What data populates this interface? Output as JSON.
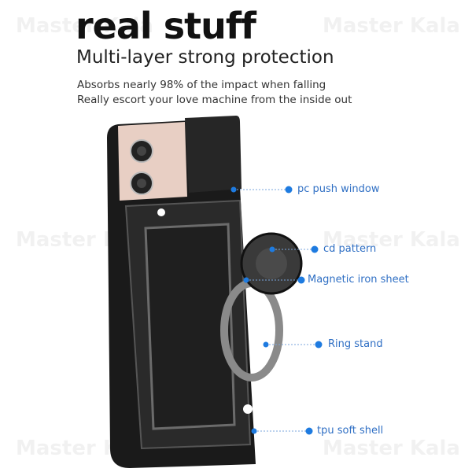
{
  "header": {
    "title": "real stuff",
    "subtitle": "Multi-layer strong protection",
    "lines": [
      "Absorbs nearly 98% of the impact when falling",
      "Really escort your love machine from the inside out"
    ]
  },
  "watermark": "Master Kala",
  "colors": {
    "accent": "#1e7be0",
    "label_text": "#2f6fc4",
    "case": "#1a1a1a",
    "phone": "#e8cfc4"
  },
  "callouts": [
    {
      "label": "pc push window"
    },
    {
      "label": "cd pattern"
    },
    {
      "label": "Magnetic iron sheet"
    },
    {
      "label": "Ring stand"
    },
    {
      "label": "tpu soft shell"
    }
  ]
}
